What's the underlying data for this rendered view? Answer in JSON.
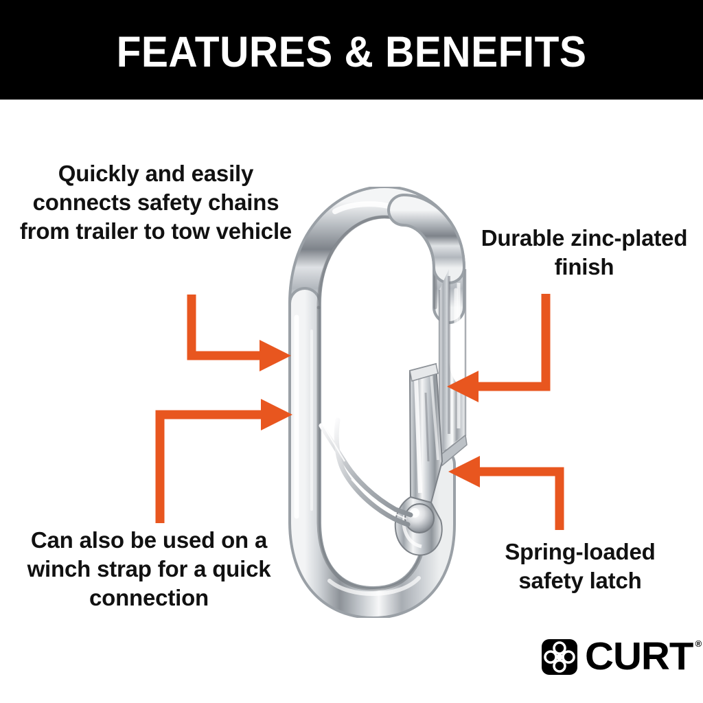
{
  "header": {
    "title": "FEATURES & BENEFITS",
    "background_color": "#000000",
    "text_color": "#ffffff"
  },
  "theme": {
    "accent_color": "#e8561f",
    "page_background": "#ffffff",
    "text_color": "#111111"
  },
  "callouts": [
    {
      "id": "connects-safety-chains",
      "position": "top-left",
      "text": "Quickly and easily connects safety chains from trailer to tow vehicle",
      "arrow": "down-then-right"
    },
    {
      "id": "zinc-plated-finish",
      "position": "top-right",
      "text": "Durable zinc-plated finish",
      "arrow": "down-then-left"
    },
    {
      "id": "winch-strap-use",
      "position": "bottom-left",
      "text": "Can also be used on a winch strap for a quick connection",
      "arrow": "up-then-right"
    },
    {
      "id": "spring-loaded-latch",
      "position": "bottom-right",
      "text": "Spring-loaded safety latch",
      "arrow": "up-then-left"
    }
  ],
  "product": {
    "name": "snap-hook",
    "description": "Zinc-plated steel spring snap hook with spring-loaded safety latch",
    "finish_color": "#c9ccd0"
  },
  "logo": {
    "brand": "CURT",
    "trademark": "®",
    "mark_name": "curt-clover-mark"
  }
}
